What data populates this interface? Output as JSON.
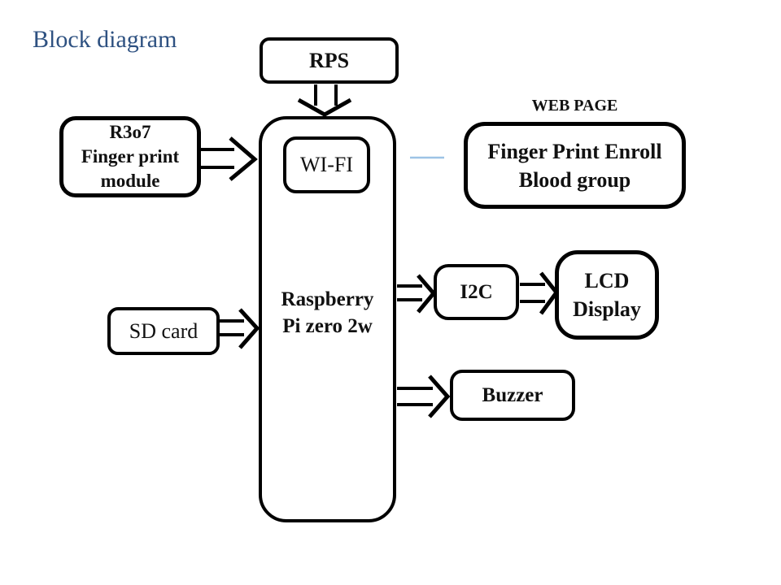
{
  "title": "Block diagram",
  "colors": {
    "title_color": "#2E5181",
    "line_color": "#000000",
    "connector_color": "#9DC3E6",
    "box_fill": "#FFFFFF",
    "text_color": "#111111"
  },
  "nodes": {
    "rps": {
      "label": "RPS"
    },
    "fingerprint_module": {
      "lines": [
        "R3o7",
        "Finger print",
        "module"
      ]
    },
    "raspberry_pi": {
      "lines": [
        "Raspberry",
        "Pi zero 2w"
      ]
    },
    "wifi": {
      "label": "WI-FI"
    },
    "web_page_caption": "WEB PAGE",
    "enroll": {
      "lines": [
        "Finger Print Enroll",
        "Blood group"
      ]
    },
    "i2c": {
      "label": "I2C"
    },
    "lcd": {
      "lines": [
        "LCD",
        "Display"
      ]
    },
    "sd_card": {
      "label": "SD card"
    },
    "buzzer": {
      "label": "Buzzer"
    }
  },
  "connections": [
    {
      "from": "RPS",
      "to": "Raspberry Pi zero 2w",
      "style": "block-arrow",
      "direction": "down"
    },
    {
      "from": "R3o7 Finger print module",
      "to": "Raspberry Pi zero 2w",
      "style": "block-arrow",
      "direction": "right"
    },
    {
      "from": "SD card",
      "to": "Raspberry Pi zero 2w",
      "style": "block-arrow",
      "direction": "right"
    },
    {
      "from": "Raspberry Pi zero 2w",
      "to": "I2C",
      "style": "block-arrow",
      "direction": "right"
    },
    {
      "from": "I2C",
      "to": "LCD Display",
      "style": "block-arrow",
      "direction": "right"
    },
    {
      "from": "Raspberry Pi zero 2w",
      "to": "Buzzer",
      "style": "block-arrow",
      "direction": "right"
    },
    {
      "from": "WI-FI",
      "to": "Finger Print Enroll Blood group",
      "style": "dash"
    }
  ]
}
